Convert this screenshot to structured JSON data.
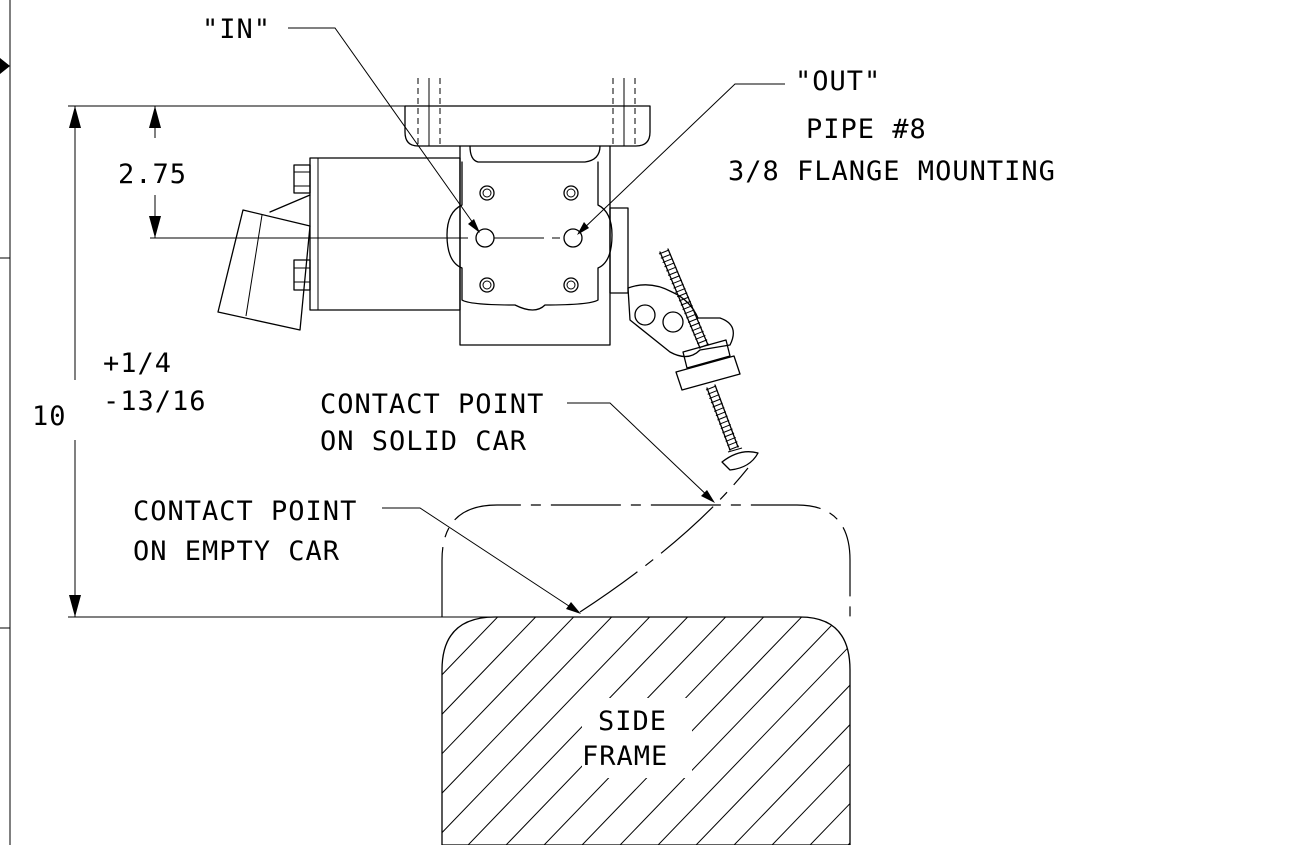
{
  "labels": {
    "in_port": "\"IN\"",
    "out_port": "\"OUT\"",
    "pipe": "PIPE #8",
    "flange": "3/8 FLANGE MOUNTING",
    "dim_small": "2.75",
    "dim_tol_plus": "+1/4",
    "dim_tol_minus": "-13/16",
    "dim_large": "10",
    "contact_solid_line1": "CONTACT POINT",
    "contact_solid_line2": "ON SOLID CAR",
    "contact_empty_line1": "CONTACT POINT",
    "contact_empty_line2": "ON EMPTY CAR",
    "side_frame_line1": "SIDE",
    "side_frame_line2": "FRAME"
  },
  "colors": {
    "line": "#000000",
    "background": "#ffffff"
  }
}
